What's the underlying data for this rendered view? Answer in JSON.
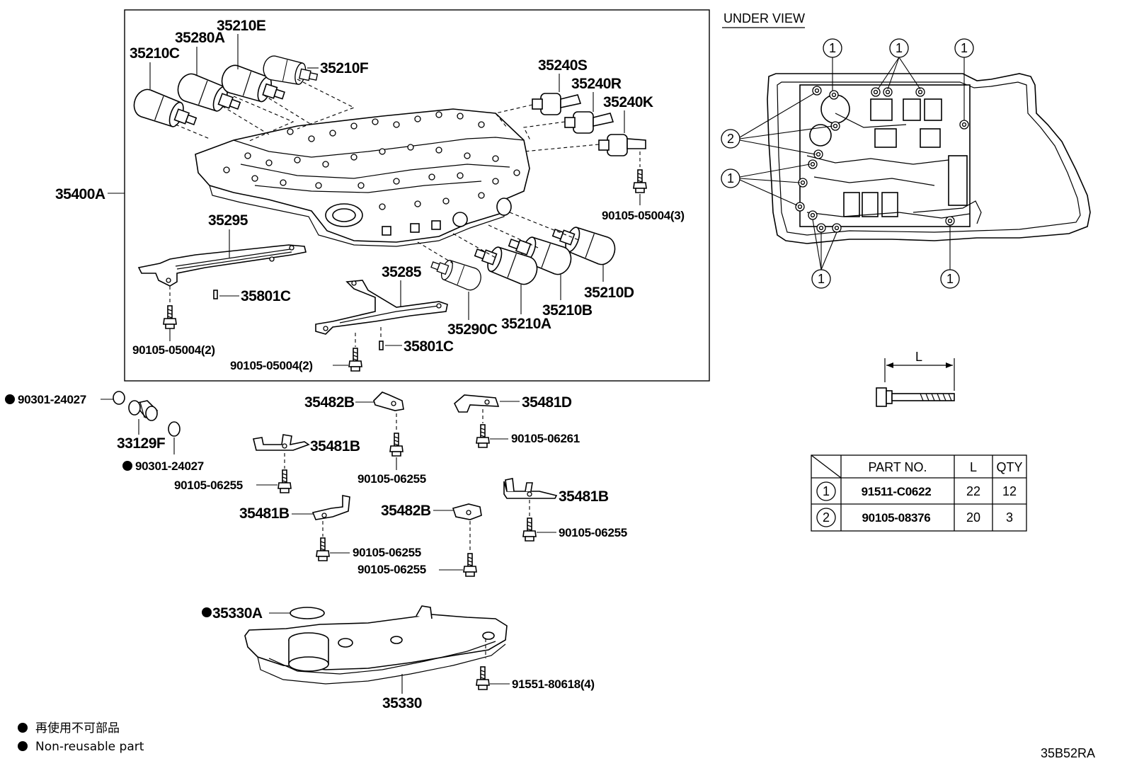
{
  "under_view": "UNDER VIEW",
  "ref_code": "35B52RA",
  "dim_L": "L",
  "callout_1": "1",
  "callout_2": "2",
  "labels": {
    "p35210E": "35210E",
    "p35280A": "35280A",
    "p35210C": "35210C",
    "p35210F": "35210F",
    "p35240S": "35240S",
    "p35240R": "35240R",
    "p35240K": "35240K",
    "p35400A": "35400A",
    "p90105_05004_3": "90105-05004(3)",
    "p35295": "35295",
    "p35801C_a": "35801C",
    "p35285": "35285",
    "p35210D": "35210D",
    "p35210B": "35210B",
    "p35210A": "35210A",
    "p35290C": "35290C",
    "p35801C_b": "35801C",
    "p90105_05004_2a": "90105-05004(2)",
    "p90105_05004_2b": "90105-05004(2)",
    "p90301_24027_a": "90301-24027",
    "p33129F": "33129F",
    "p90301_24027_b": "90301-24027",
    "p35482B_a": "35482B",
    "p35481D": "35481D",
    "p90105_06261": "90105-06261",
    "p35481B_a": "35481B",
    "p90105_06255_a": "90105-06255",
    "p90105_06255_b": "90105-06255",
    "p35481B_b": "35481B",
    "p35481B_c": "35481B",
    "p35482B_b": "35482B",
    "p90105_06255_c": "90105-06255",
    "p90105_06255_d": "90105-06255",
    "p90105_06255_e": "90105-06255",
    "p35330A": "35330A",
    "p35330": "35330",
    "p91551_80618_4": "91551-80618(4)"
  },
  "table": {
    "headers": [
      "PART NO.",
      "L",
      "QTY"
    ],
    "rows": [
      {
        "ref": "1",
        "part_no": "91511-C0622",
        "L": "22",
        "qty": "12"
      },
      {
        "ref": "2",
        "part_no": "90105-08376",
        "L": "20",
        "qty": "3"
      }
    ]
  },
  "legend": {
    "jp": "再使用不可部品",
    "en": "Non-reusable part"
  }
}
